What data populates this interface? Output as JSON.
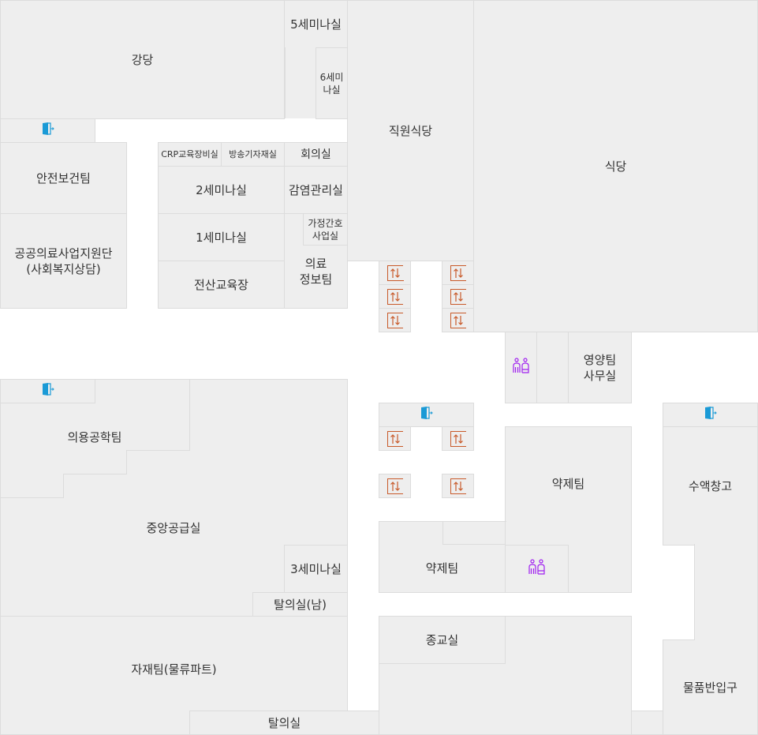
{
  "map": {
    "type": "floor-plan",
    "colors": {
      "room_fill": "#eeeeee",
      "room_border": "#dcdcdc",
      "corridor": "#ffffff",
      "text": "#333333",
      "exit_icon": "#1a9ad6",
      "elevator_icon": "#c85a2a",
      "restroom_icon": "#a020f0"
    },
    "rooms": {
      "auditorium": "강당",
      "seminar5": "5세미나실",
      "seminar6": "6세미\n나실",
      "staff_cafeteria": "직원식당",
      "cafeteria": "식당",
      "safety_team": "안전보건팀",
      "public_medical": "공공의료사업지원단\n(사회복지상담)",
      "crp_storage": "CRP교육장비실",
      "broadcast_storage": "방송기자재실",
      "meeting_room": "회의실",
      "seminar2": "2세미나실",
      "infection_control": "감염관리실",
      "seminar1": "1세미나실",
      "home_nursing": "가정간호\n사업실",
      "medical_info": "의료\n정보팀",
      "it_training": "전산교육장",
      "nutrition_office": "영양팀\n사무실",
      "biomedical_eng": "의용공학팀",
      "central_supply": "중앙공급실",
      "seminar3": "3세미나실",
      "locker_male": "탈의실(남)",
      "materials_team": "자재팀(물류파트)",
      "locker": "탈의실",
      "pharmacy_upper": "약제팀",
      "pharmacy_lower": "약제팀",
      "chapel": "종교실",
      "fluid_storage": "수액창고",
      "loading_dock": "물품반입구"
    },
    "icons": {
      "exit": "exit-door-icon",
      "elevator": "elevator-icon",
      "restroom": "restroom-icon"
    }
  }
}
